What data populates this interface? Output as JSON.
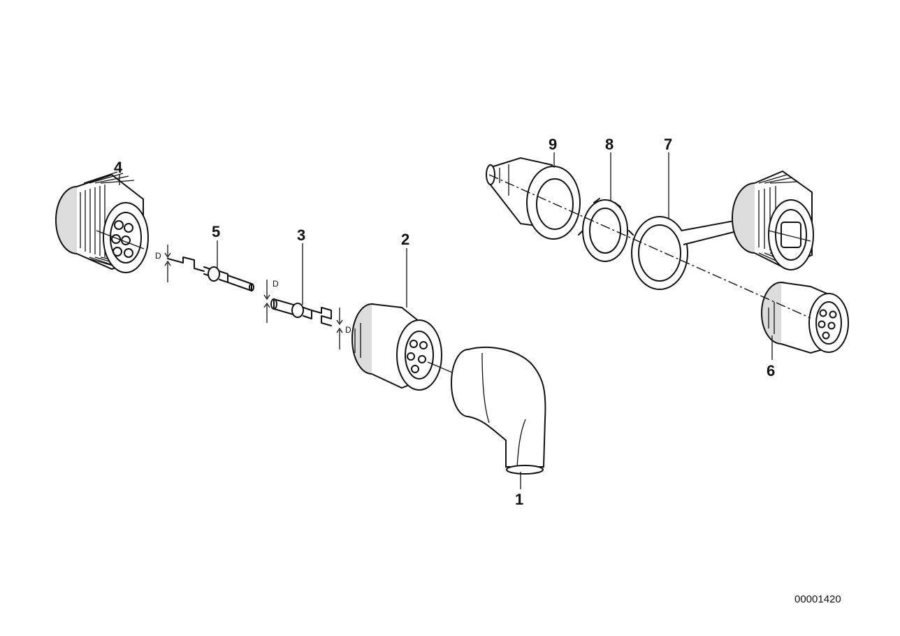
{
  "callouts": [
    {
      "id": "1",
      "label": "1"
    },
    {
      "id": "2",
      "label": "2"
    },
    {
      "id": "3",
      "label": "3"
    },
    {
      "id": "4",
      "label": "4"
    },
    {
      "id": "5",
      "label": "5"
    },
    {
      "id": "6",
      "label": "6"
    },
    {
      "id": "7",
      "label": "7"
    },
    {
      "id": "8",
      "label": "8"
    },
    {
      "id": "9",
      "label": "9"
    }
  ],
  "dimension_label": "D",
  "drawing_number": "00001420"
}
